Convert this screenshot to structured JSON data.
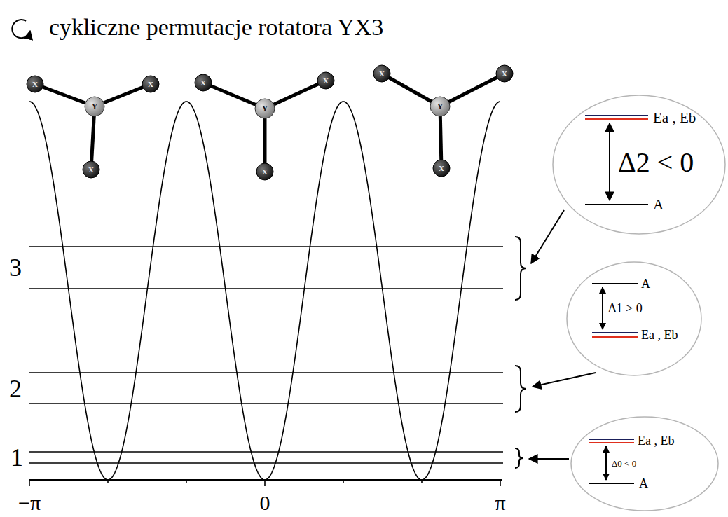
{
  "diagram": {
    "title": "cykliczne permutacje rotatora YX3",
    "nodes": [
      {
        "text": [
          "Ea , Eb",
          "Δ2 < 0",
          "A"
        ]
      },
      {
        "text": [
          "A",
          "Δ1 > 0",
          "Ea , Eb"
        ]
      },
      {
        "text": [
          "Ea , Eb",
          "Δ0 < 0",
          "A"
        ]
      }
    ],
    "labels": [
      "X",
      "X",
      "Y",
      "X",
      "X",
      "X",
      "Y",
      "X",
      "X",
      "X",
      "Y",
      "X",
      "3",
      "2",
      "1",
      "−π",
      "0",
      "π"
    ]
  }
}
